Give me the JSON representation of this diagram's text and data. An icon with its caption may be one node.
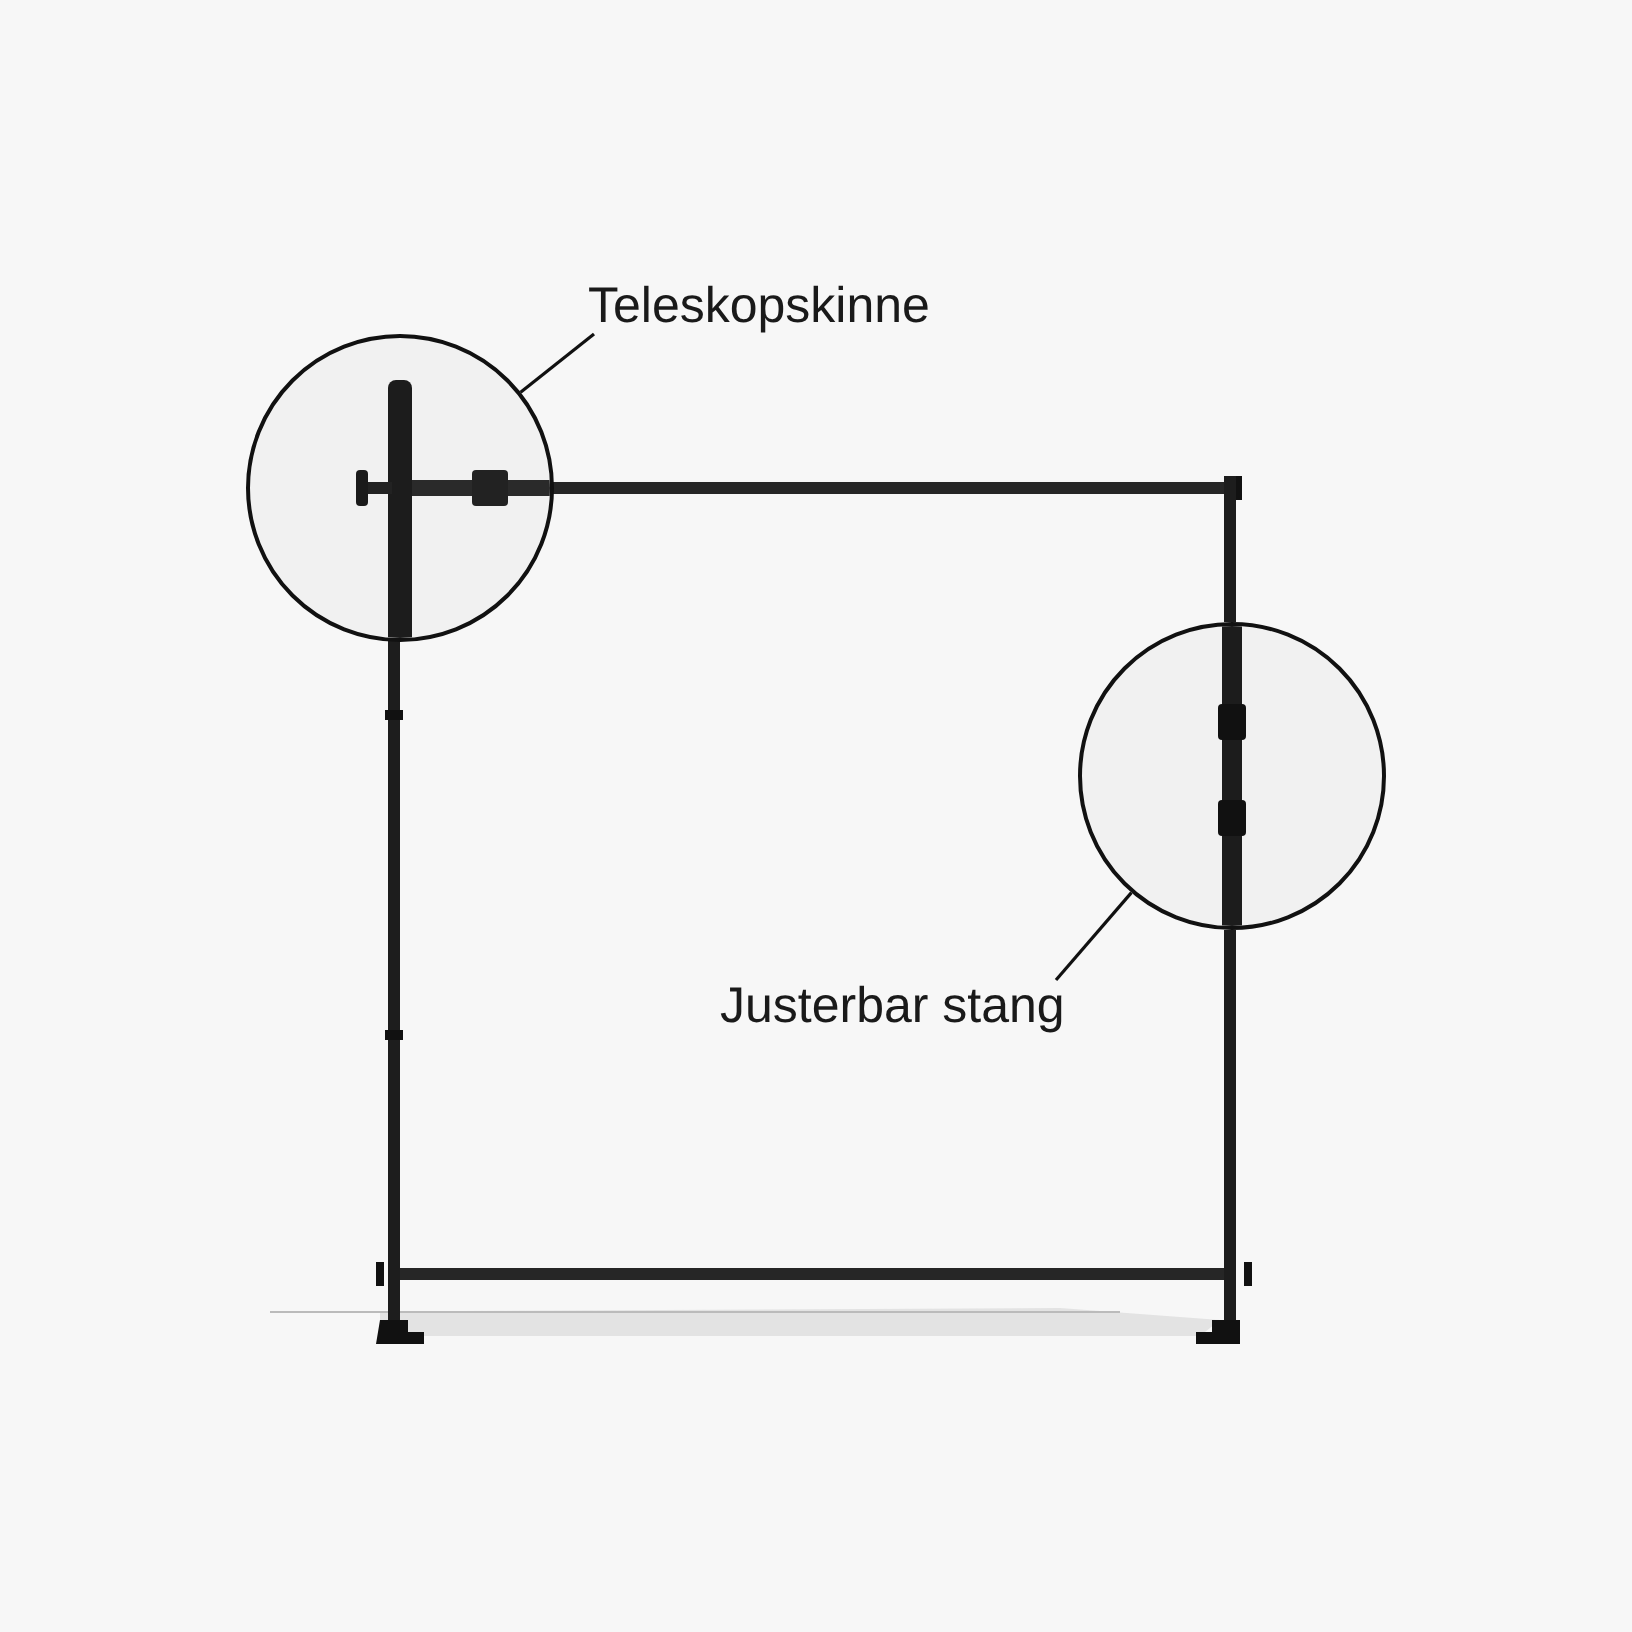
{
  "diagram": {
    "nodes": [
      {
        "text": [
          "Teleskopskinne"
        ]
      },
      {
        "text": [],
        "shape": "circle"
      },
      {
        "text": [],
        "shape": "circle"
      },
      {
        "text": [
          "Justerbar stang"
        ]
      }
    ],
    "edges": [
      {
        "from": 0,
        "to": 1,
        "arrow": "none"
      },
      {
        "from": 3,
        "to": 2,
        "arrow": "none"
      }
    ]
  }
}
